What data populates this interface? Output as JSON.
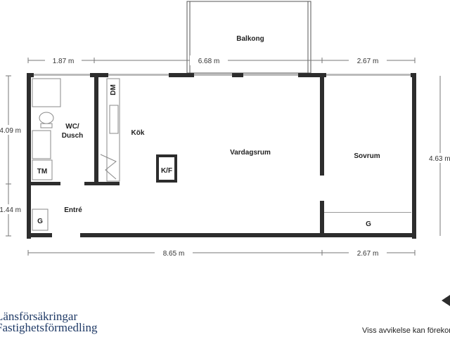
{
  "rooms": {
    "balkong": "Balkong",
    "wc": "WC/",
    "wc2": "Dusch",
    "kok": "Kök",
    "vardagsrum": "Vardagsrum",
    "sovrum": "Sovrum",
    "entre": "Entré",
    "tm": "TM",
    "kf": "K/F",
    "dm": "DM",
    "g1": "G",
    "g2": "G"
  },
  "dimensions": {
    "top_left": "1.87 m",
    "top_mid": "6.68 m",
    "top_right": "2.67 m",
    "left_upper": "4.09 m",
    "left_lower": "1.44 m",
    "right": "4.63 m",
    "bottom_left": "8.65 m",
    "bottom_right": "2.67 m"
  },
  "footer": {
    "brand_line1": "Länsförsäkringar",
    "brand_line2": "Fastighetsförmedling",
    "disclaimer": "Viss avvikelse kan förekomma"
  }
}
